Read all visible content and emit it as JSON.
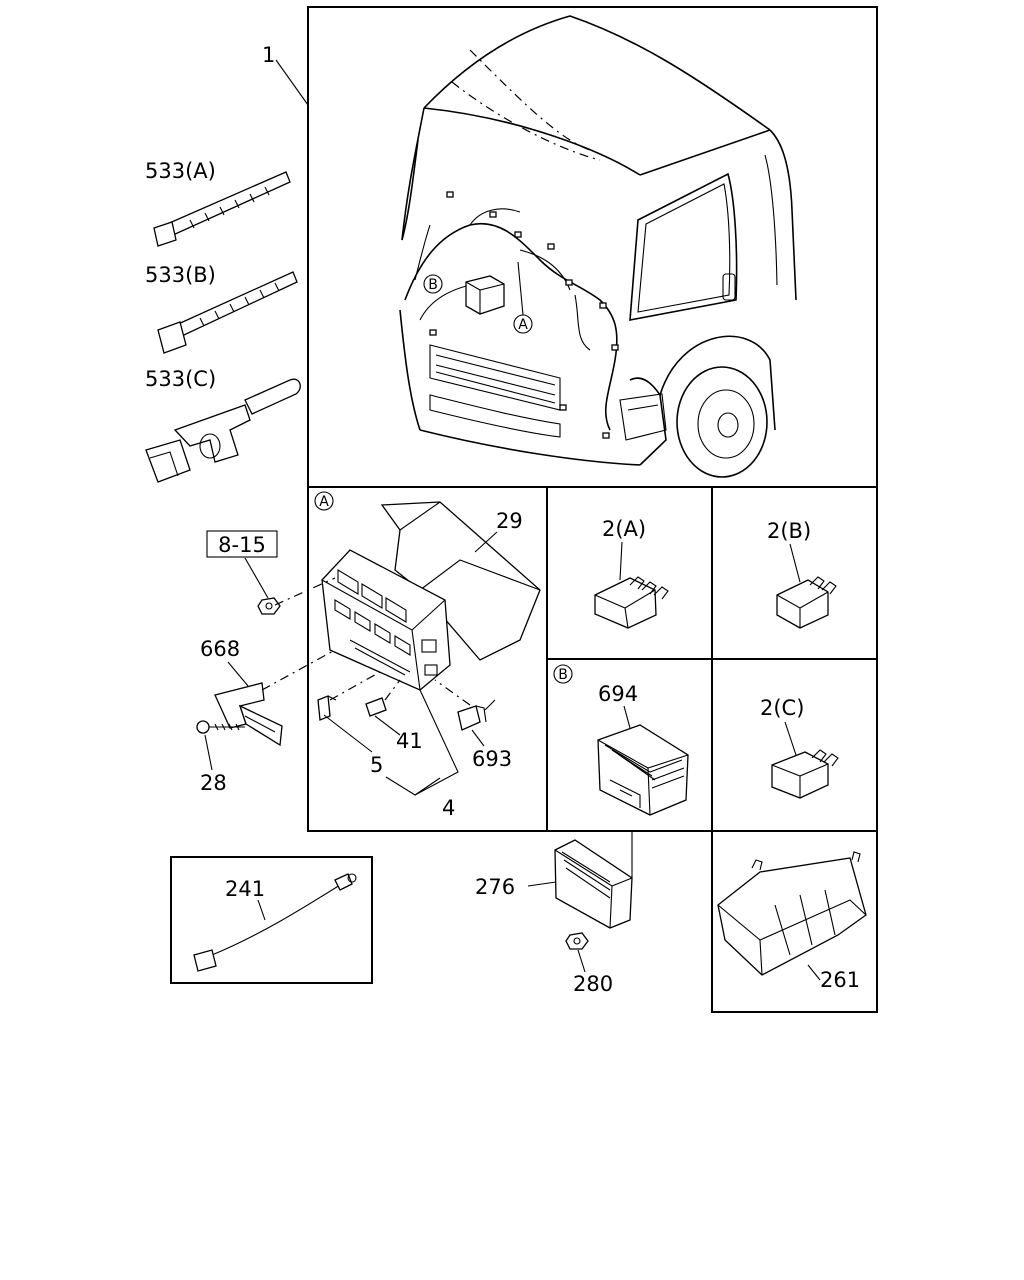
{
  "labels": {
    "harness": "1",
    "tie_a": "533(A)",
    "tie_b": "533(B)",
    "tie_c": "533(C)",
    "ref_box": "8-15",
    "cover_29": "29",
    "bracket_668": "668",
    "bolt_28": "28",
    "fuse_5": "5",
    "fuse_41": "41",
    "relay_693": "693",
    "fuse_set_4": "4",
    "relay_2a": "2(A)",
    "relay_2b": "2(B)",
    "relay_2c": "2(C)",
    "module_694": "694",
    "controller_276": "276",
    "nut_280": "280",
    "cable_241": "241",
    "cover_261": "261"
  },
  "callouts": {
    "a": "A",
    "b": "B"
  }
}
